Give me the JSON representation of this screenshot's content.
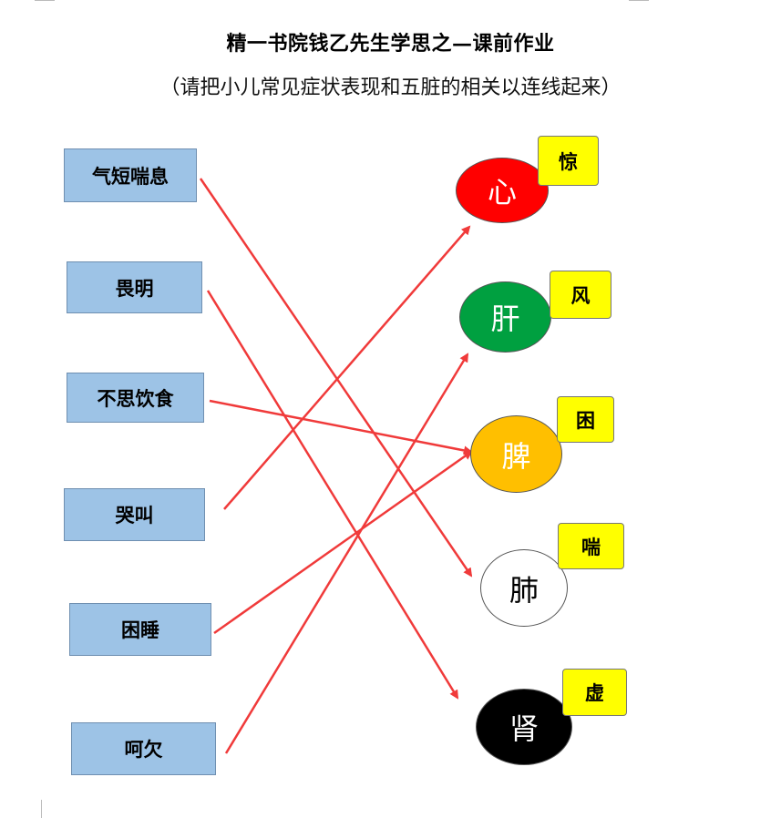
{
  "title": "精一书院钱乙先生学思之—课前作业",
  "subtitle": "（请把小儿常见症状表现和五脏的相关以连线起来）",
  "symptoms": [
    {
      "label": "气短喘息"
    },
    {
      "label": "畏明"
    },
    {
      "label": "不思饮食"
    },
    {
      "label": "哭叫"
    },
    {
      "label": "困睡"
    },
    {
      "label": "呵欠"
    }
  ],
  "organs": [
    {
      "label": "心",
      "fill": "#ff0000",
      "text_color": "#ffffff",
      "tag": "惊"
    },
    {
      "label": "肝",
      "fill": "#00a040",
      "text_color": "#ffffff",
      "tag": "风"
    },
    {
      "label": "脾",
      "fill": "#ffbf00",
      "text_color": "#ffffff",
      "tag": "困"
    },
    {
      "label": "肺",
      "fill": "#ffffff",
      "text_color": "#000000",
      "tag": "喘"
    },
    {
      "label": "肾",
      "fill": "#000000",
      "text_color": "#ffffff",
      "tag": "虚"
    }
  ],
  "connections": [
    {
      "from": "气短喘息",
      "to": "肺"
    },
    {
      "from": "畏明",
      "to": "肾"
    },
    {
      "from": "不思饮食",
      "to": "脾"
    },
    {
      "from": "哭叫",
      "to": "心"
    },
    {
      "from": "困睡",
      "to": "脾"
    },
    {
      "from": "呵欠",
      "to": "肝"
    }
  ],
  "line_color": "#f03a3a"
}
